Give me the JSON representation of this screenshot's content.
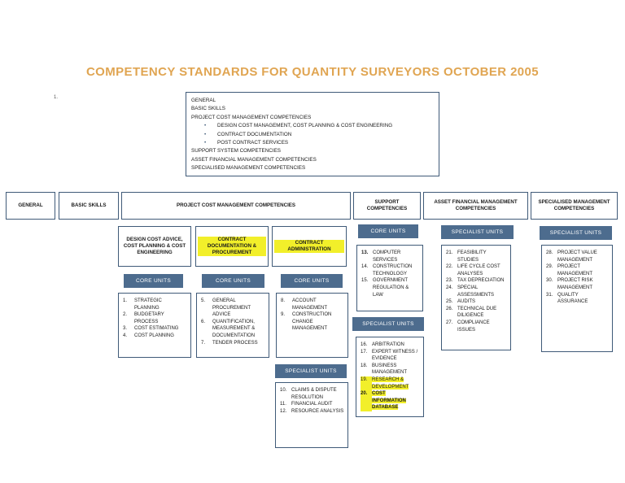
{
  "title": "COMPETENCY STANDARDS FOR QUANTITY SURVEYORS OCTOBER 2005",
  "page_marker": "1.",
  "summary": {
    "lines": [
      "GENERAL",
      "BASIC SKILLS",
      "PROJECT COST MANAGEMENT COMPETENCIES",
      "SUPPORT SYSTEM COMPETENCIES",
      "ASSET FINANCIAL MANAGEMENT COMPETENCIES",
      "SPECIALISED MANAGEMENT COMPETENCIES"
    ],
    "sub_items": [
      "DESIGN COST MANAGEMENT, COST PLANNING & COST ENGINEERING",
      "CONTRACT DOCUMENTATION",
      "POST CONTRACT SERVICES"
    ]
  },
  "headers": {
    "general": "GENERAL",
    "basic_skills": "BASIC SKILLS",
    "project_cost": "PROJECT COST MANAGEMENT COMPETENCIES",
    "support": "SUPPORT COMPETENCIES",
    "asset_financial": "ASSET FINANCIAL MANAGEMENT COMPETENCIES",
    "specialised": "SPECIALISED MANAGEMENT COMPETENCIES"
  },
  "sub_headers": {
    "design_cost": "DESIGN COST ADVICE, COST PLANNING & COST ENGINEERING",
    "contract_doc": "CONTRACT DOCUMENTATION & PROCUREMENT",
    "contract_admin": "CONTRACT ADMINISTRATION"
  },
  "labels": {
    "core_units": "CORE UNITS",
    "specialist_units": "SPECIALIST UNITS"
  },
  "lists": {
    "design_cost": [
      {
        "n": "1.",
        "t": "STRATEGIC PLANNING"
      },
      {
        "n": "2.",
        "t": "BUDGETARY PROCESS"
      },
      {
        "n": "3.",
        "t": "COST ESTIMATING"
      },
      {
        "n": "4.",
        "t": "COST PLANNING"
      }
    ],
    "contract_doc": [
      {
        "n": "5.",
        "t": "GENERAL PROCUREMENT ADVICE"
      },
      {
        "n": "6.",
        "t": "QUANTIFICATION, MEASUREMENT & DOCUMENTATION"
      },
      {
        "n": "7.",
        "t": "TENDER PROCESS"
      }
    ],
    "contract_admin": [
      {
        "n": "8.",
        "t": "ACCOUNT MANAGEMENT"
      },
      {
        "n": "9.",
        "t": "CONSTRUCTION CHANGE MANAGEMENT"
      }
    ],
    "contract_admin_specialist": [
      {
        "n": "10.",
        "t": "CLAIMS & DISPUTE RESOLUTION"
      },
      {
        "n": "11.",
        "t": "FINANCIAL AUDIT"
      },
      {
        "n": "12.",
        "t": "RESOURCE ANALYSIS"
      }
    ],
    "support_core": [
      {
        "n": "13.",
        "t": "COMPUTER SERVICES"
      },
      {
        "n": "14.",
        "t": "CONSTRUCTION TECHNOLOGY"
      },
      {
        "n": "15.",
        "t": "GOVERNMENT REGULATION & LAW"
      }
    ],
    "support_specialist": [
      {
        "n": "16.",
        "t": "ARBITRATION"
      },
      {
        "n": "17.",
        "t": "EXPERT WITNESS / EVIDENCE"
      },
      {
        "n": "18.",
        "t": "BUSINESS MANAGEMENT"
      },
      {
        "n": "19.",
        "t": "RESEARCH & DEVELOPMENT",
        "highlight": true
      },
      {
        "n": "20.",
        "t": "COST INFORMATION DATABASE",
        "highlight": true
      }
    ],
    "asset_specialist": [
      {
        "n": "21.",
        "t": "FEASIBILITY STUDIES"
      },
      {
        "n": "22.",
        "t": "LIFE CYCLE COST ANALYSES"
      },
      {
        "n": "23.",
        "t": "TAX DEPRECIATION"
      },
      {
        "n": "24.",
        "t": "SPECIAL ASSESSMENTS"
      },
      {
        "n": "25.",
        "t": "AUDITS"
      },
      {
        "n": "26.",
        "t": "TECHNICAL DUE DILIGENCE"
      },
      {
        "n": "27.",
        "t": "COMPLIANCE ISSUES"
      }
    ],
    "specialised_specialist": [
      {
        "n": "28.",
        "t": "PROJECT VALUE MANAGEMENT"
      },
      {
        "n": "29.",
        "t": "PROJECT MANAGEMENT"
      },
      {
        "n": "30.",
        "t": "PROJECT RISK MANAGEMENT"
      },
      {
        "n": "31.",
        "t": "QUALITY ASSURANCE"
      }
    ]
  },
  "colors": {
    "title": "#e0a552",
    "unit_bar": "#4d6c8e",
    "border": "#3f5a78",
    "highlight": "#f2ef2a"
  }
}
